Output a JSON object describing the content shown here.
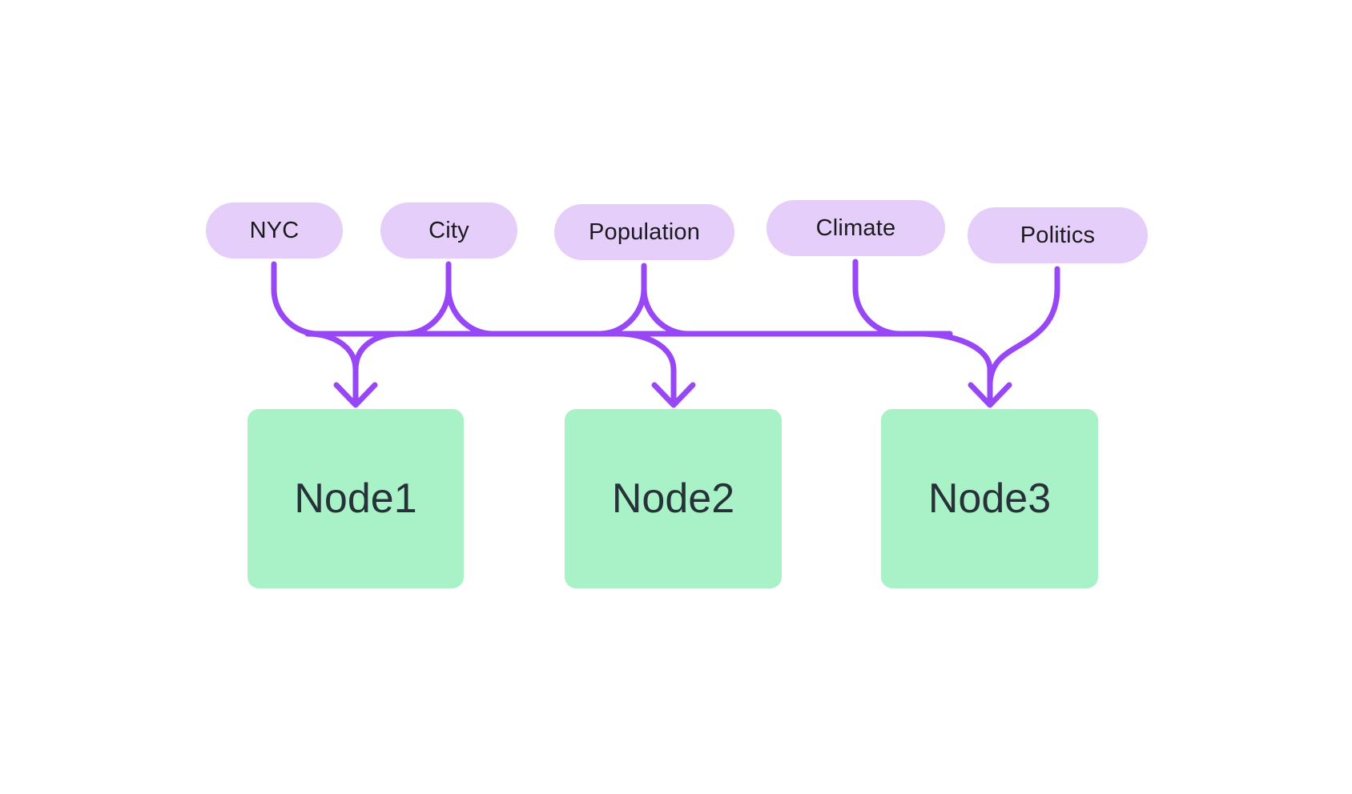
{
  "diagram": {
    "background_color": "#FFFFFF",
    "connector_color": "#9747F5",
    "label_pill_style": {
      "background": "#E5CEF9",
      "text_color": "#1B1B1F"
    },
    "node_style": {
      "background": "#A9F1C6",
      "text_color": "#263238"
    },
    "labels": [
      {
        "text": "NYC"
      },
      {
        "text": "City"
      },
      {
        "text": "Population"
      },
      {
        "text": "Climate"
      },
      {
        "text": "Politics"
      }
    ],
    "nodes": [
      {
        "text": "Node1"
      },
      {
        "text": "Node2"
      },
      {
        "text": "Node3"
      }
    ],
    "connectors": {
      "style": "bundled-bus-with-arrows",
      "source_labels": [
        "NYC",
        "City",
        "Population",
        "Climate",
        "Politics"
      ],
      "arrow_targets": [
        "Node1",
        "Node2",
        "Node3"
      ]
    }
  }
}
